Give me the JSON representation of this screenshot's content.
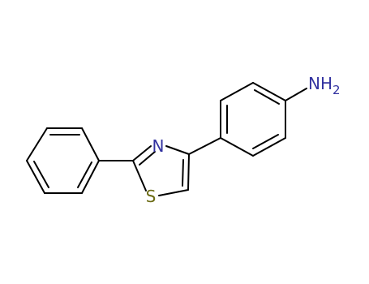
{
  "molecule": {
    "atoms": {
      "nitrogen_ring": "N",
      "sulfur": "S",
      "amine_main": "NH",
      "amine_sub": "2"
    },
    "colors": {
      "bond": "#000000",
      "nitrogen": "#3333a0",
      "sulfur": "#6b6b14"
    }
  }
}
